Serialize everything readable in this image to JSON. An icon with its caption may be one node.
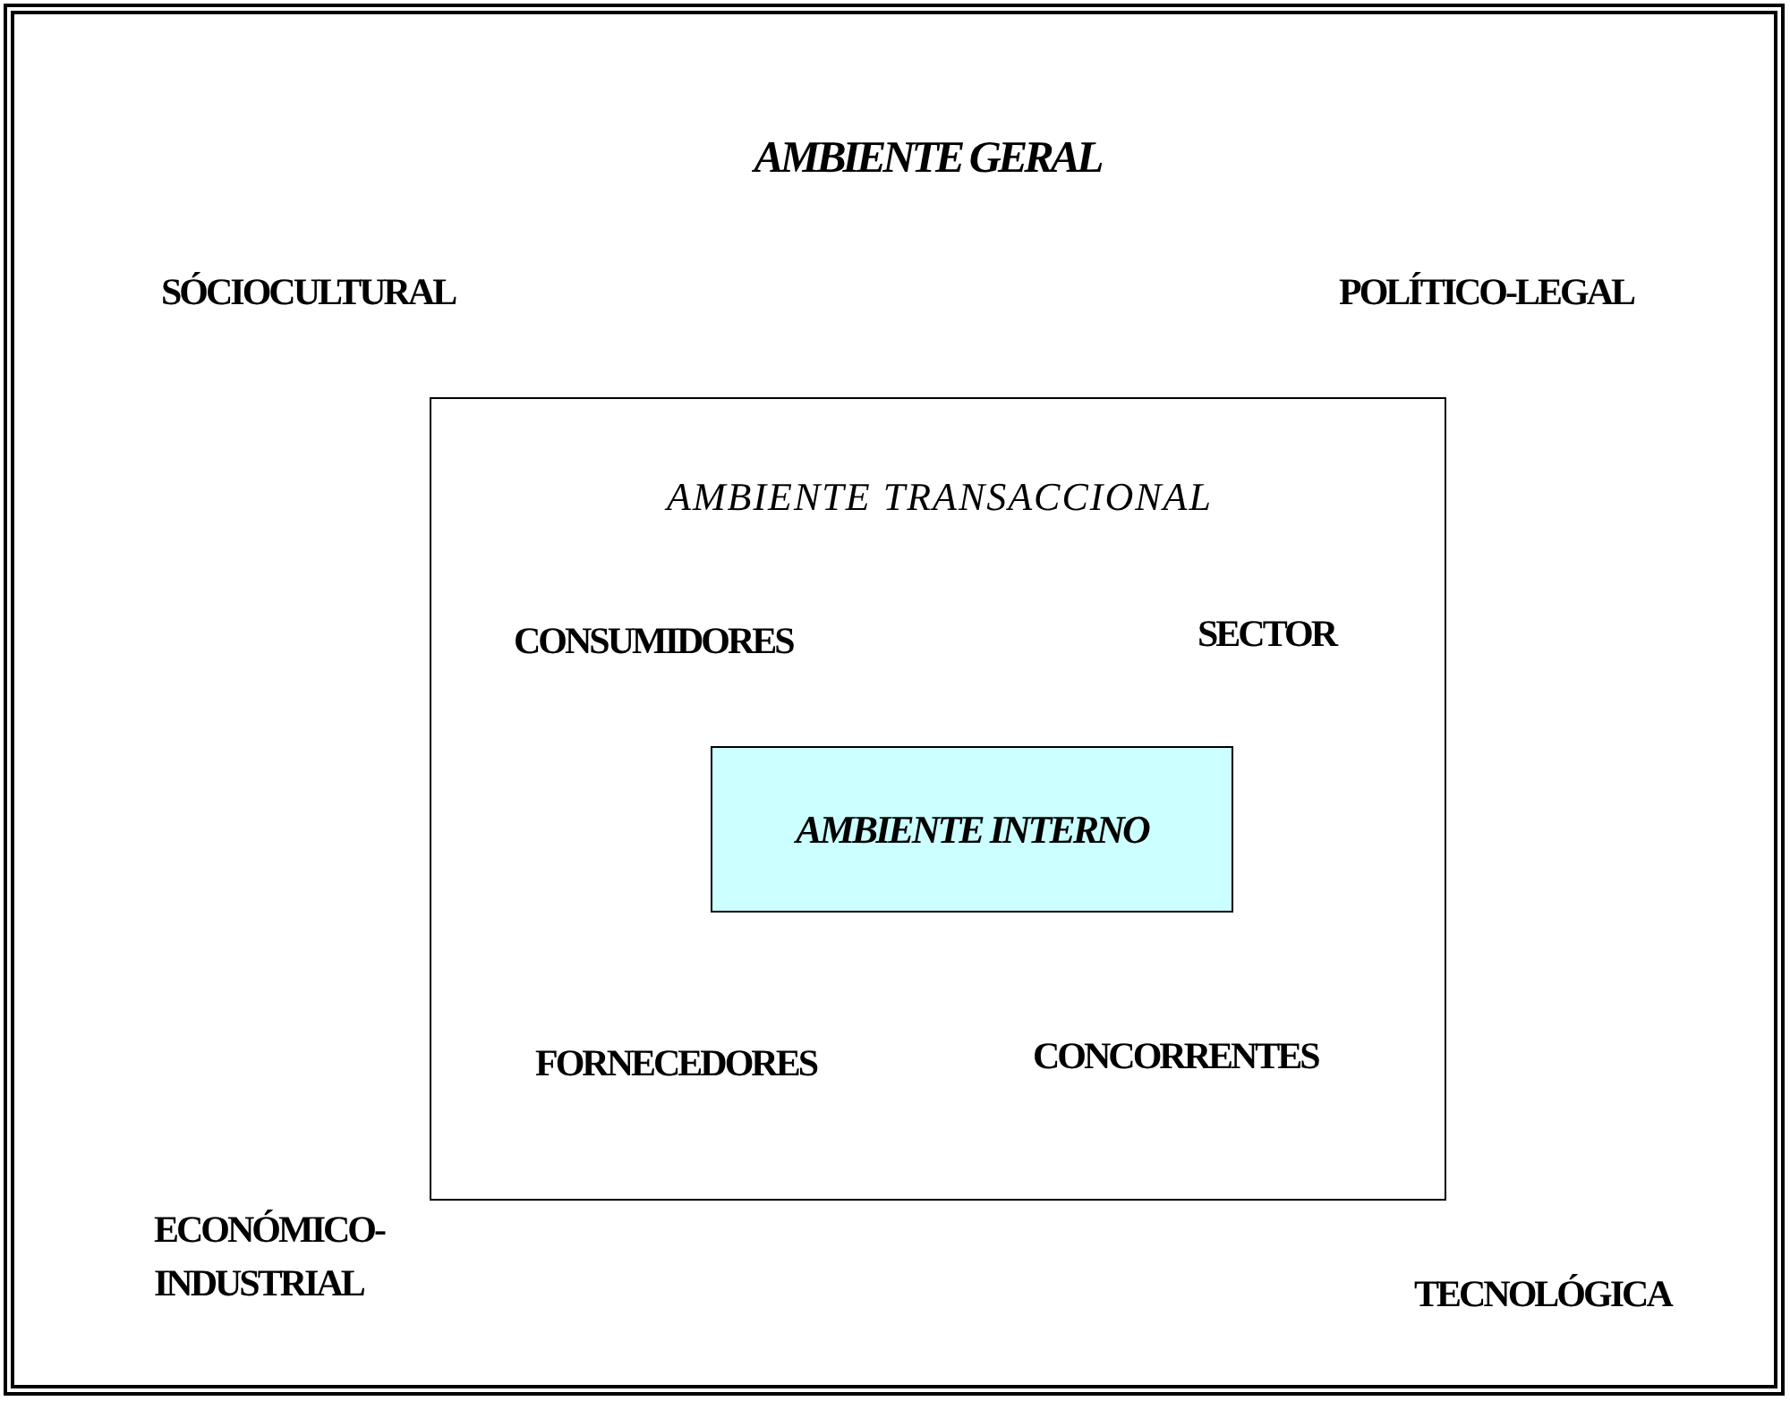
{
  "diagram": {
    "nodes": [
      {
        "text": [
          "AMBIENTE GERAL",
          "SÓCIOCULTURAL",
          "POLÍTICO-LEGAL",
          "ECONÓMICO- INDUSTRIAL",
          "TECNOLÓGICA"
        ]
      },
      {
        "text": [
          "AMBIENTE TRANSACCIONAL",
          "CONSUMIDORES",
          "SECTOR",
          "FORNECEDORES",
          "CONCORRENTES"
        ],
        "in": 0
      },
      {
        "text": [
          "AMBIENTE INTERNO"
        ],
        "in": 1
      }
    ]
  }
}
